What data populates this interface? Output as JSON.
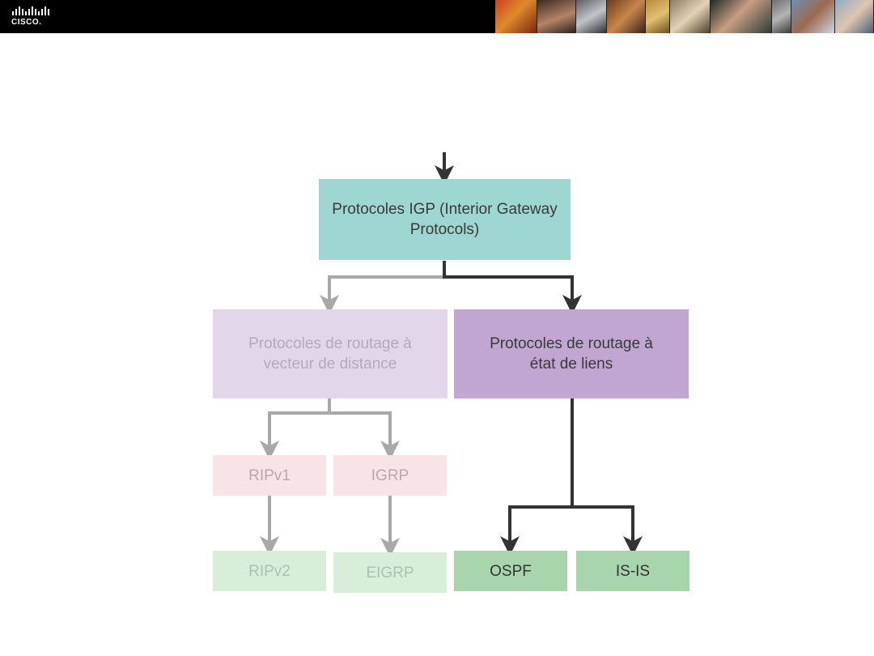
{
  "brand": {
    "logo_text": "CISCO."
  },
  "colors": {
    "header_bg": "#000000",
    "igp_box": "#9ed7d1",
    "distance_vector_box": "#e2d6ea",
    "link_state_box": "#c0a6d1",
    "pink_box": "#f8e3e7",
    "light_green_box": "#d9eed9",
    "green_box": "#a8d5ab",
    "dark_connector": "#333333",
    "grey_connector": "#a8a8a8"
  },
  "diagram": {
    "igp": "Protocoles IGP (Interior Gateway Protocols)",
    "distance_vector": "Protocoles de routage à vecteur de distance",
    "link_state": "Protocoles de routage à état de liens",
    "ripv1": "RIPv1",
    "igrp": "IGRP",
    "ripv2": "RIPv2",
    "eigrp": "EIGRP",
    "ospf": "OSPF",
    "isis": "IS-IS"
  }
}
